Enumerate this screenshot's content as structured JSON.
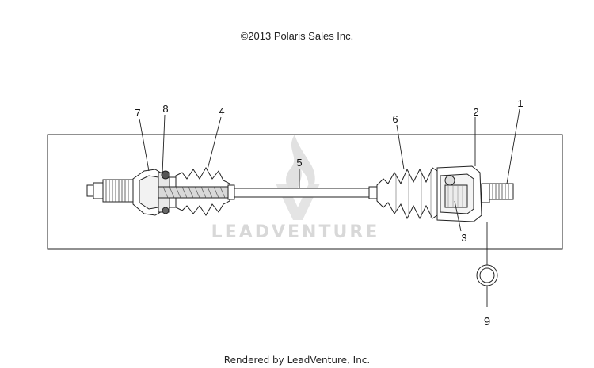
{
  "header": {
    "copyright": "©2013 Polaris Sales Inc."
  },
  "footer": {
    "rendered_by": "Rendered by LeadVenture, Inc."
  },
  "watermark": {
    "text": "LEADVENTURE"
  },
  "callouts": [
    {
      "id": "1",
      "label": "1"
    },
    {
      "id": "2",
      "label": "2"
    },
    {
      "id": "3",
      "label": "3"
    },
    {
      "id": "4",
      "label": "4"
    },
    {
      "id": "5",
      "label": "5"
    },
    {
      "id": "6",
      "label": "6"
    },
    {
      "id": "7",
      "label": "7"
    },
    {
      "id": "8",
      "label": "8"
    },
    {
      "id": "9",
      "label": "9"
    }
  ]
}
